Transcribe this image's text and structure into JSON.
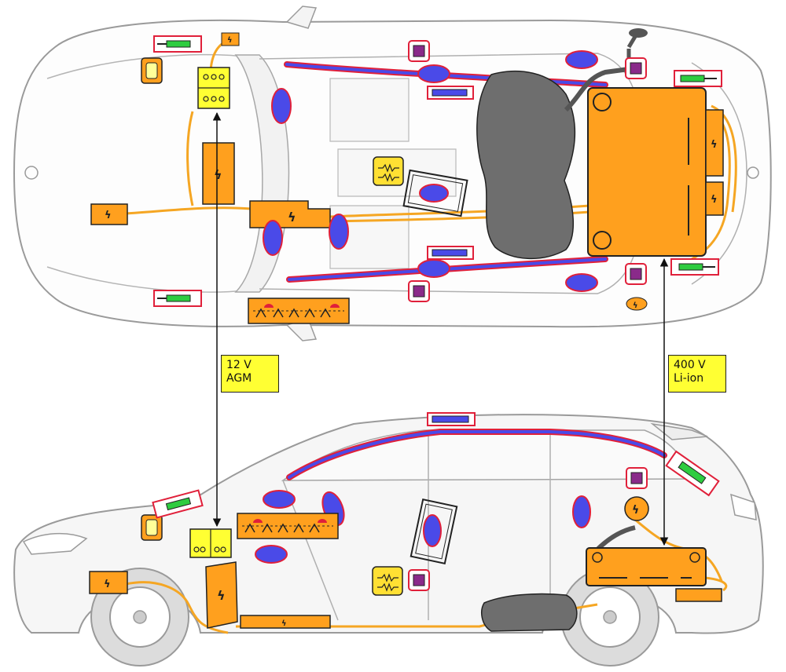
{
  "labels": {
    "battery_12v": {
      "line1": "12 V",
      "line2": "AGM"
    },
    "battery_400v": {
      "line1": "400 V",
      "line2": "Li-ion"
    }
  },
  "symbols": {
    "high_voltage": "ϟ"
  },
  "colors": {
    "high_voltage_component": "#ffa01e",
    "cable": "#f5a623",
    "airbag": "#4a4ae8",
    "airbag_outline": "#e0203a",
    "gas_generator": "#8a2a8a",
    "belt_tensioner": "#2ecc40",
    "fuel_tank": "#6e6e6e",
    "label_fill": "#ffff33",
    "warning_fill": "#ffe033",
    "car_outline": "#9a9a9a"
  }
}
